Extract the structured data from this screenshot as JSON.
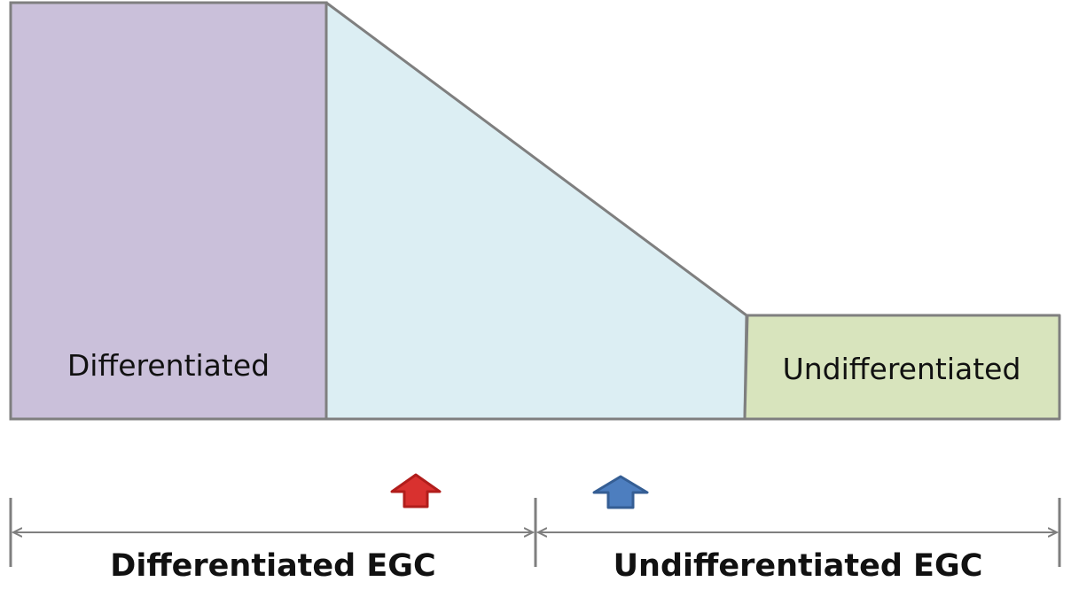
{
  "regions": {
    "differentiated": {
      "label": "Differentiated",
      "color": "#CAC0DA"
    },
    "transition": {
      "color": "#DCEEF3"
    },
    "undifferentiated": {
      "label": "Undifferentiated",
      "color": "#D8E4BD"
    }
  },
  "outline_color": "#7F7F7F",
  "markers": {
    "red_arrow": {
      "icon": "up-arrow-icon",
      "fill": "#D9312F",
      "stroke": "#B11D1B"
    },
    "blue_arrow": {
      "icon": "up-arrow-icon",
      "fill": "#4D7EBF",
      "stroke": "#355E94"
    }
  },
  "ranges": {
    "differentiated": {
      "label": "Differentiated EGC"
    },
    "undifferentiated": {
      "label": "Undifferentiated EGC"
    }
  }
}
